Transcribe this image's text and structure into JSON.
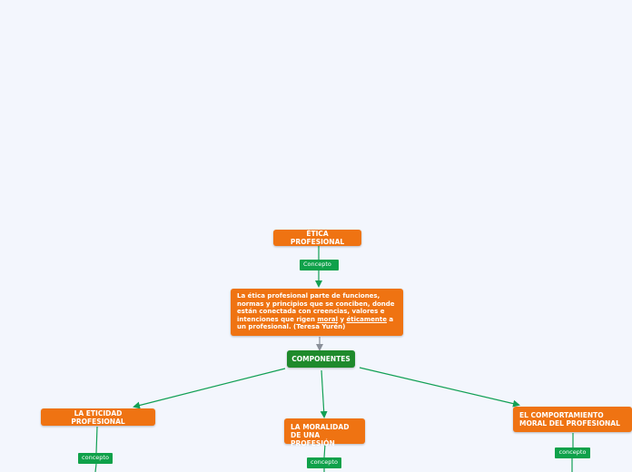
{
  "colors": {
    "background": "#f3f6fd",
    "topic": "#ef7312",
    "components": "#1f8a2c",
    "connector": "#13a055",
    "arrow_gray": "#8a8f99",
    "tag": "#0fa14a"
  },
  "root": {
    "title": "ÉTICA PROFESIONAL"
  },
  "concepto_tag_main": "Concepto",
  "definition": {
    "part1": "La ética profesional parte de funciones, normas  y principios que se conciben, donde están conectada con  creencias, valores e  intenciones que rigen ",
    "link_moral": "moral",
    "and": " y ",
    "link_eticamente": "éticamente",
    "part2": " a un profesional. (Teresa Yurén)"
  },
  "components": {
    "title": "COMPONENTES"
  },
  "branches": [
    {
      "title": "LA ETICIDAD PROFESIONAL",
      "tag": "concepto"
    },
    {
      "title": "LA MORALIDAD DE UNA PROFESIÓN",
      "tag": "concepto"
    },
    {
      "title": "EL COMPORTAMIENTO MORAL DEL PROFESIONAL",
      "tag": "concepto"
    }
  ]
}
